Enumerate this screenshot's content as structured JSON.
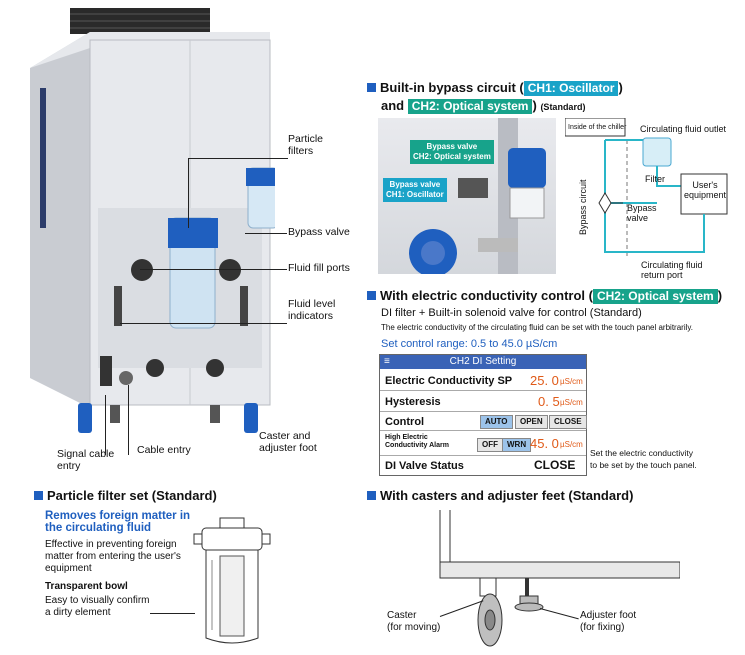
{
  "callouts": {
    "particle_filters": "Particle\nfilters",
    "bypass_valve": "Bypass valve",
    "fluid_fill_ports": "Fluid fill ports",
    "fluid_level_indicators": "Fluid level\nindicators",
    "caster_adjuster": "Caster and\nadjuster foot",
    "signal_cable_entry": "Signal cable\nentry",
    "cable_entry": "Cable entry"
  },
  "bypass_section": {
    "title_pre": "Built-in bypass circuit (",
    "tag_ch1": "CH1: Oscillator",
    "title_and": "and",
    "tag_ch2": "CH2: Optical system",
    "title_post": ")",
    "standard": "(Standard)",
    "photo_label_ch2": "Bypass valve\nCH2: Optical system",
    "photo_label_ch1": "Bypass valve\nCH1: Oscillator",
    "diagram": {
      "inside_label": "Inside of the chiller",
      "outlet": "Circulating fluid outlet",
      "filter": "Filter",
      "bypass_circuit": "Bypass circuit",
      "bypass_valve": "Bypass\nvalve",
      "users_equipment": "User's\nequipment",
      "return_port": "Circulating fluid\nreturn port"
    }
  },
  "conductivity_section": {
    "title_pre": "With electric conductivity control (",
    "tag": "CH2: Optical system",
    "title_post": ")",
    "subtitle": "DI filter + Built-in solenoid valve for control (Standard)",
    "desc": "The electric conductivity of the circulating fluid can be set with the touch panel arbitrarily.",
    "range": "Set control range: 0.5 to 45.0 µS/cm",
    "side_note": "Set the electric conductivity\nto be set by the touch panel.",
    "panel": {
      "menu_icon": "≡",
      "header": "CH2 DI Setting",
      "ec_sp_label": "Electric Conductivity SP",
      "ec_sp_value": "25. 0",
      "unit": "µS/cm",
      "hysteresis_label": "Hysteresis",
      "hysteresis_value": "0. 5",
      "control_label": "Control",
      "control_buttons": [
        "AUTO",
        "OPEN",
        "CLOSE"
      ],
      "alarm_label": "High Electric\nConductivity Alarm",
      "alarm_buttons": [
        "OFF",
        "WRN"
      ],
      "alarm_value": "45. 0",
      "di_status_label": "DI Valve Status",
      "di_status_value": "CLOSE"
    }
  },
  "particle_section": {
    "title": "Particle filter set (Standard)",
    "heading": "Removes foreign matter in\nthe circulating fluid",
    "desc1": "Effective in preventing foreign\nmatter from entering the user's\nequipment",
    "bowl_title": "Transparent bowl",
    "bowl_desc": "Easy to visually confirm\na dirty element"
  },
  "casters_section": {
    "title": "With casters and adjuster feet (Standard)",
    "caster": "Caster\n(for moving)",
    "adjuster": "Adjuster foot\n(for fixing)"
  },
  "colors": {
    "accent_blue": "#1f5fbf",
    "tag_cyan": "#1aa3c8",
    "tag_green": "#17a38b",
    "value_orange": "#e05a18",
    "heading_blue": "#1f5fbf"
  }
}
